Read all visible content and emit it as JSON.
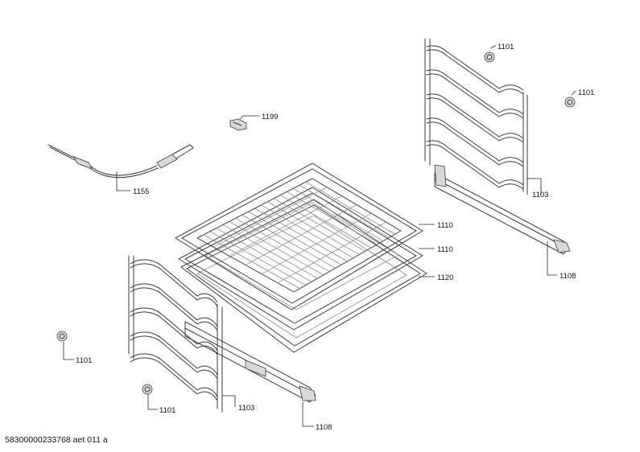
{
  "diagram": {
    "document_id": "58300000233768 aet 011 a",
    "callouts": {
      "c1101_top": "1101",
      "c1101_right": "1101",
      "c1101_left": "1101",
      "c1101_bottom": "1101",
      "c1199": "1199",
      "c1155": "1155",
      "c1110_a": "1110",
      "c1110_b": "1110",
      "c1120": "1120",
      "c1103_right": "1103",
      "c1103_left": "1103",
      "c1108_right": "1108",
      "c1108_left": "1108"
    }
  }
}
